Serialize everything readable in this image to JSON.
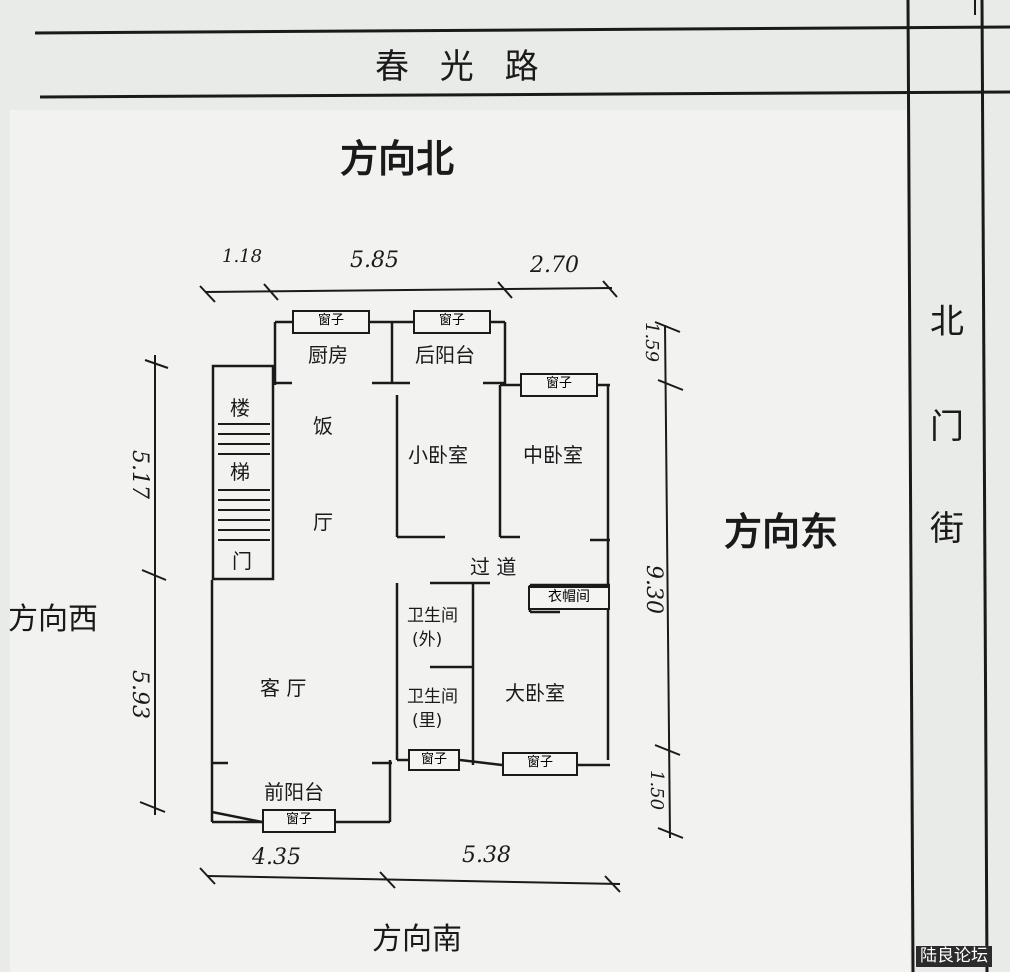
{
  "road": {
    "name": "春 光 路"
  },
  "directions": {
    "north": "方向北",
    "south": "方向南",
    "east": "方向东",
    "west": "方向西"
  },
  "street": {
    "chars": [
      "北",
      "门",
      "街"
    ]
  },
  "rooms": {
    "kitchen": "厨房",
    "back_balcony": "后阳台",
    "stairs_1": "楼",
    "stairs_2": "梯",
    "stairs_3": "门",
    "dining_1": "饭",
    "dining_2": "厅",
    "small_bedroom": "小卧室",
    "middle_bedroom": "中卧室",
    "corridor": "过 道",
    "cloakroom": "衣帽间",
    "bathroom_outer_1": "卫生间",
    "bathroom_outer_2": "(外)",
    "bathroom_inner_1": "卫生间",
    "bathroom_inner_2": "(里)",
    "living_room": "客  厅",
    "master_bedroom": "大卧室",
    "front_balcony": "前阳台"
  },
  "window_label": "窗子",
  "dimensions": {
    "top_1": "1.18",
    "top_2": "5.85",
    "top_3": "2.70",
    "bottom_1": "4.35",
    "bottom_2": "5.38",
    "left_1": "5.17",
    "left_2": "5.93",
    "right_1": "1.59",
    "right_2": "9.30",
    "right_3": "1.50"
  },
  "watermark": "陆良论坛"
}
